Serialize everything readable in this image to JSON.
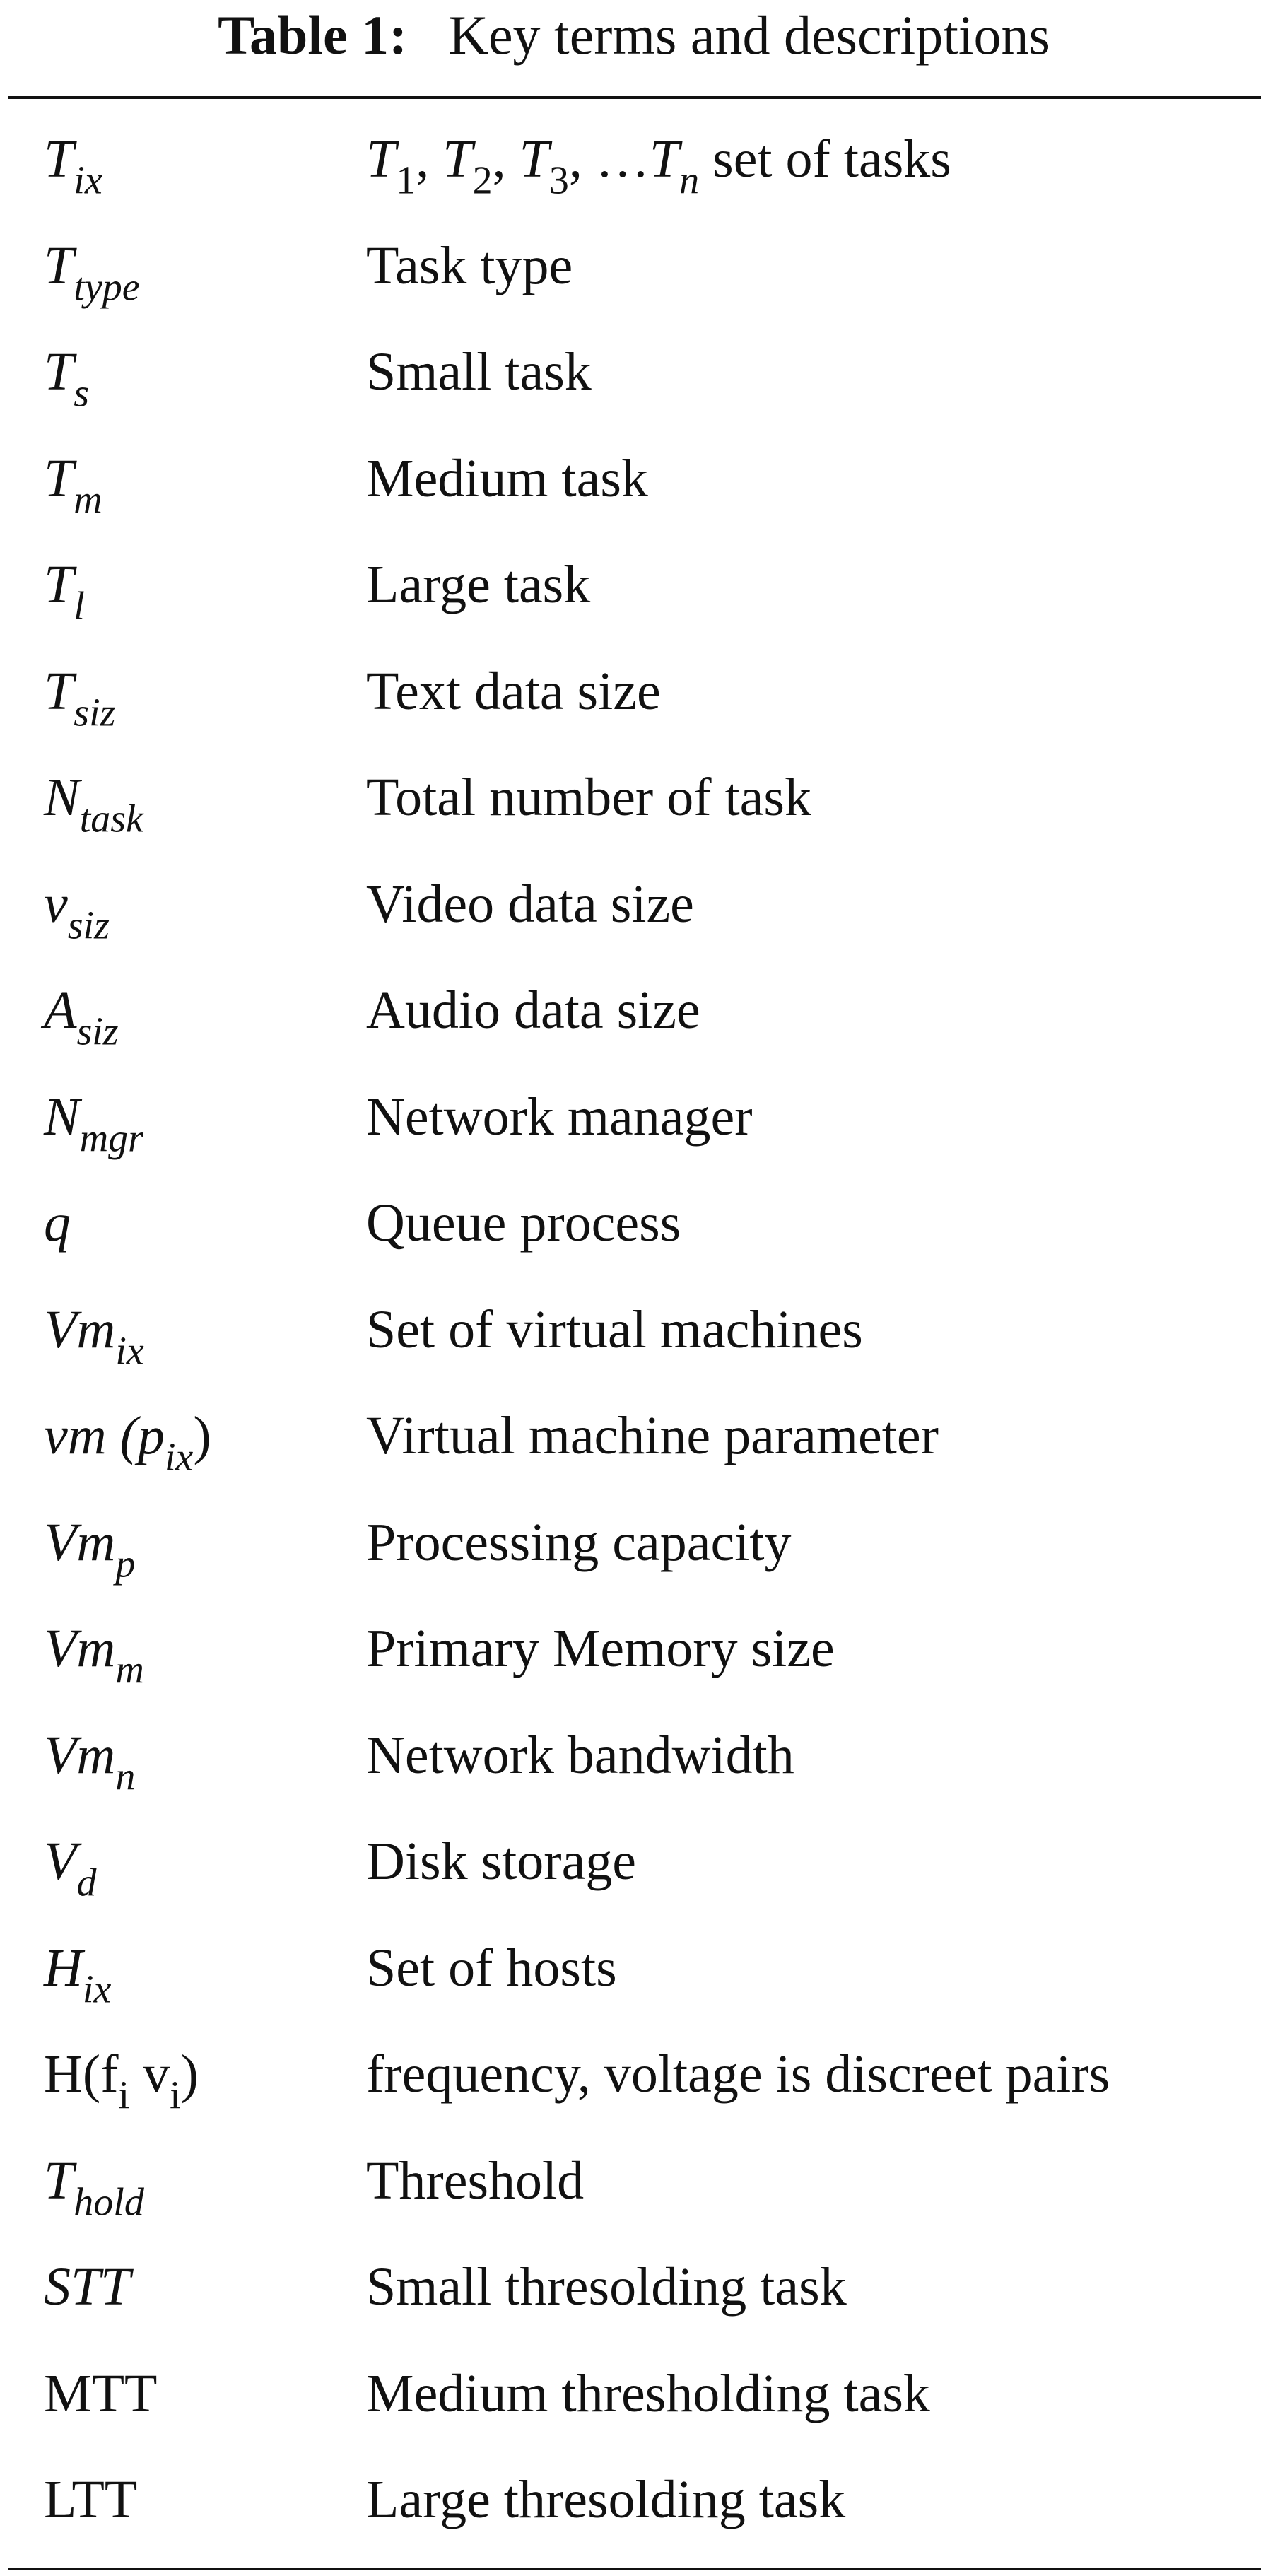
{
  "caption": {
    "label": "Table 1:",
    "title": "Key terms and descriptions"
  },
  "rows": [
    {
      "sym": {
        "base": "T",
        "sub": "ix"
      },
      "desc": {
        "t1": "T",
        "t2": "T",
        "t3": "T",
        "tn": "T",
        "s1": "1",
        "s2": "2",
        "s3": "3",
        "sn": "n",
        "sep": ", ",
        "ellipsis": "…",
        "tail": " set of tasks"
      }
    },
    {
      "sym": {
        "base": "T",
        "sub": "type"
      },
      "desc": "Task type"
    },
    {
      "sym": {
        "base": "T",
        "sub": "s"
      },
      "desc": "Small task"
    },
    {
      "sym": {
        "base": "T",
        "sub": "m"
      },
      "desc": "Medium task"
    },
    {
      "sym": {
        "base": "T",
        "sub": "l"
      },
      "desc": "Large task"
    },
    {
      "sym": {
        "base": "T",
        "sub": "siz"
      },
      "desc": "Text data size"
    },
    {
      "sym": {
        "base": "N",
        "sub": "task"
      },
      "desc": "Total number of task"
    },
    {
      "sym": {
        "base": "v",
        "sub": "siz"
      },
      "desc": "Video data size"
    },
    {
      "sym": {
        "base": "A",
        "sub": "siz"
      },
      "desc": "Audio data size"
    },
    {
      "sym": {
        "base": "N",
        "sub": "mgr"
      },
      "desc": "Network manager"
    },
    {
      "sym": {
        "base": "q",
        "sub": ""
      },
      "desc": "Queue process"
    },
    {
      "sym": {
        "base": "Vm",
        "sub": "ix"
      },
      "desc": "Set of virtual machines"
    },
    {
      "sym": {
        "pre": "vm (",
        "base": "p",
        "sub": "ix",
        "post": ")"
      },
      "desc": "Virtual machine parameter"
    },
    {
      "sym": {
        "base": "Vm",
        "sub": "p"
      },
      "desc": "Processing capacity"
    },
    {
      "sym": {
        "base": "Vm",
        "sub": "m"
      },
      "desc": "Primary Memory size"
    },
    {
      "sym": {
        "base": "Vm",
        "sub": "n"
      },
      "desc": "Network bandwidth"
    },
    {
      "sym": {
        "base": "V",
        "sub": "d"
      },
      "desc": "Disk storage"
    },
    {
      "sym": {
        "base": "H",
        "sub": "ix"
      },
      "desc": "Set of hosts"
    },
    {
      "sym": {
        "a": "H(f",
        "asub": "i",
        "b": " v",
        "bsub": "i",
        "c": ")"
      },
      "desc": "frequency, voltage is discreet pairs"
    },
    {
      "sym": {
        "base": "T",
        "sub": "hold"
      },
      "desc": "Threshold"
    },
    {
      "sym": {
        "base": "STT",
        "sub": ""
      },
      "desc": "Small thresolding task"
    },
    {
      "sym": {
        "base": "MTT",
        "sub": ""
      },
      "desc": "Medium thresholding task"
    },
    {
      "sym": {
        "base": "LTT",
        "sub": ""
      },
      "desc": "Large thresolding task"
    }
  ]
}
